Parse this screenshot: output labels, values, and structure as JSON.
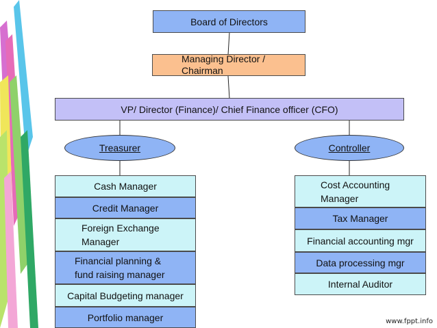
{
  "org_chart": {
    "board": "Board of Directors",
    "managing_director": "Managing Director /\nChairman",
    "vp": "VP/ Director (Finance)/ Chief Finance officer (CFO)",
    "treasurer": "Treasurer",
    "controller": "Controller",
    "treasurer_reports": [
      "Cash Manager",
      "Credit Manager",
      "Foreign Exchange\nManager",
      "Financial planning &\nfund raising manager",
      "Capital Budgeting manager",
      "Portfolio manager"
    ],
    "controller_reports": [
      "Cost Accounting\nManager",
      "Tax Manager",
      "Financial accounting mgr",
      "Data processing mgr",
      "Internal Auditor"
    ]
  },
  "footer": {
    "watermark": "www.fppt.info"
  },
  "colors": {
    "blue": "#8fb4f5",
    "cyan": "#ccf4f8",
    "peach": "#fbc08f",
    "lavender": "#c3c0f7"
  }
}
